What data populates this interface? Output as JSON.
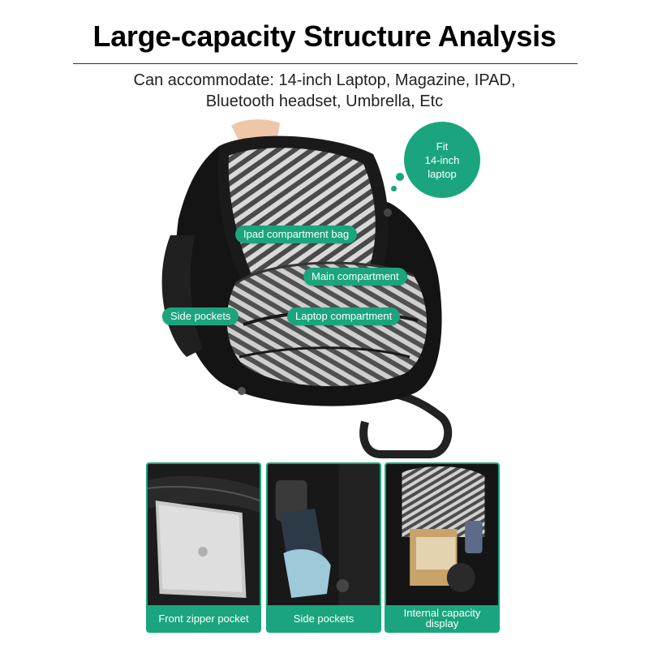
{
  "header": {
    "title": "Large-capacity Structure Analysis",
    "subtitle_line1": "Can accommodate: 14-inch Laptop, Magazine, IPAD,",
    "subtitle_line2": "Bluetooth headset, Umbrella, Etc"
  },
  "hero": {
    "callouts": {
      "ipad": "Ipad compartment bag",
      "main": "Main compartment",
      "side": "Side pockets",
      "laptop": "Laptop compartment"
    },
    "bubble": {
      "line1": "Fit",
      "line2": "14-inch",
      "line3": "laptop"
    }
  },
  "panels": [
    {
      "label": "Front zipper pocket"
    },
    {
      "label": "Side pockets"
    },
    {
      "label_line1": "Internal capacity",
      "label_line2": "display"
    }
  ],
  "colors": {
    "accent": "#1aa57e",
    "bag": "#141414",
    "lining_light": "#d7d7d7",
    "lining_dark": "#555555"
  }
}
